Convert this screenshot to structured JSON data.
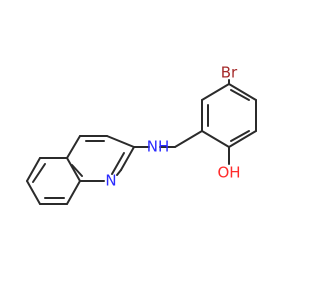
{
  "molecule": {
    "atoms": {
      "br": {
        "label": "Br",
        "color": "#a52a2a"
      },
      "oh": {
        "label": "OH",
        "color": "#ff2b2b"
      },
      "nh": {
        "label": "NH",
        "color": "#2b2bff"
      },
      "n": {
        "label": "N",
        "color": "#2b2bff"
      }
    },
    "bond_color": "#2b2b2b"
  }
}
